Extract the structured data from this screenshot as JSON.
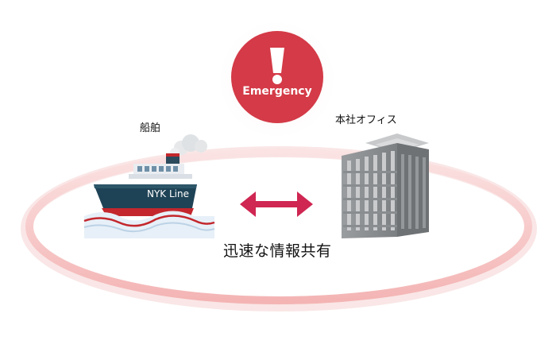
{
  "emergency": {
    "label": "Emergency"
  },
  "ship": {
    "label": "船舶",
    "name": "NYK Line"
  },
  "office": {
    "label": "本社オフィス"
  },
  "link": {
    "label": "迅速な情報共有"
  },
  "colors": {
    "ring": "#f3b8b8",
    "emergency_circle": "#d43a47",
    "arrow": "#cf2652",
    "hull": "#1f4356",
    "hull_stripe": "#c3272d",
    "building": "#8a8d90"
  }
}
